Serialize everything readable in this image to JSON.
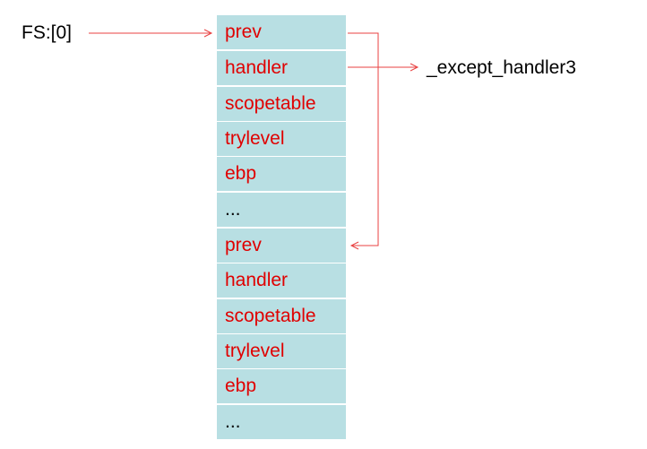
{
  "labels": {
    "fs": "FS:[0]",
    "target": "_except_handler3"
  },
  "stack": [
    {
      "text": "prev",
      "color": "#e00000"
    },
    {
      "text": "handler",
      "color": "#e00000"
    },
    {
      "text": "scopetable",
      "color": "#e00000"
    },
    {
      "text": "trylevel",
      "color": "#e00000"
    },
    {
      "text": "ebp",
      "color": "#e00000"
    },
    {
      "text": "...",
      "color": "#000000"
    },
    {
      "text": "prev",
      "color": "#e00000"
    },
    {
      "text": "handler",
      "color": "#e00000"
    },
    {
      "text": "scopetable",
      "color": "#e00000"
    },
    {
      "text": "trylevel",
      "color": "#e00000"
    },
    {
      "text": "ebp",
      "color": "#e00000"
    },
    {
      "text": "...",
      "color": "#000000"
    }
  ],
  "colors": {
    "cell_fill": "#b8dfe3",
    "arrow": "#e84040",
    "text_red": "#e00000",
    "text_black": "#000000"
  }
}
